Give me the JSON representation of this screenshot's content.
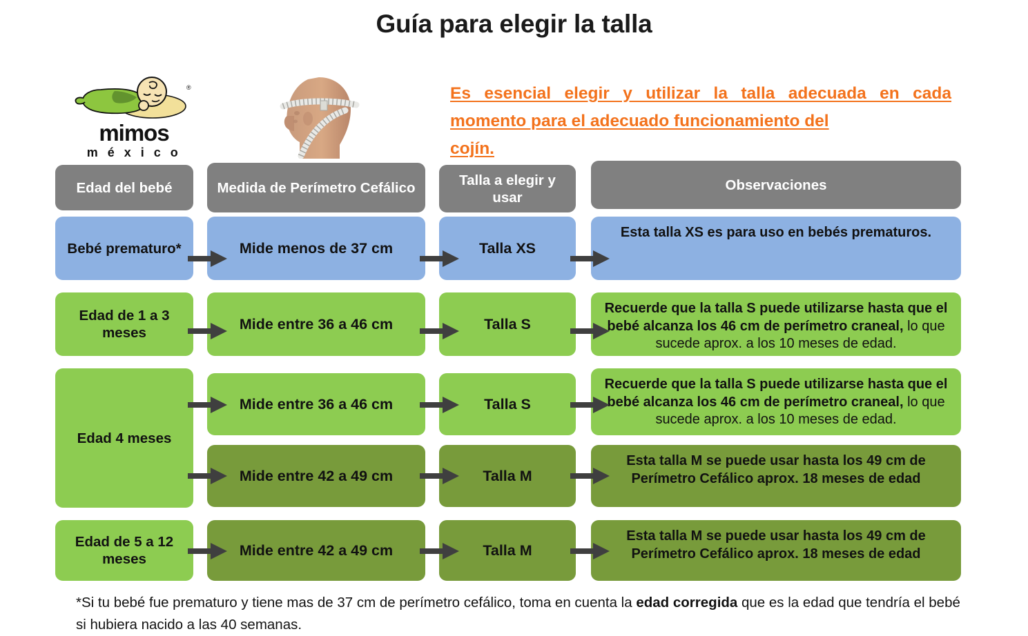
{
  "title": "Guía para elegir la talla",
  "logo": {
    "icon": "baby-on-pillow-logo",
    "wordmark": "mimos",
    "sub": "m é x i c o",
    "registered": "®"
  },
  "head_image": {
    "icon": "head-with-measuring-tape-photo",
    "alt": "Cabeza de maniquí con cinta métrica midiendo el perímetro cefálico"
  },
  "intro": {
    "line1": "Es esencial elegir y utilizar la talla adecuada en cada",
    "line2": "momento para el adecuado funcionamiento del",
    "line3": "cojín.",
    "color": "#F3721C"
  },
  "colors": {
    "header_gray": "#808080",
    "blue": "#8DB1E2",
    "light_green": "#8DCC51",
    "olive_green": "#789B3B",
    "arrow": "#3F3F3F",
    "orange": "#F3721C"
  },
  "table": {
    "headers": [
      "Edad del bebé",
      "Medida de Perímetro Cefálico",
      "Talla a elegir y usar",
      "Observaciones"
    ],
    "rows": [
      {
        "age": "Bebé prematuro*",
        "measure": "Mide menos de 37 cm",
        "size": "Talla XS",
        "obs_bold": "Esta talla XS es para uso en bebés prematuros.",
        "obs_regular": "",
        "color": "blue"
      },
      {
        "age": "Edad de 1 a 3 meses",
        "measure": "Mide entre 36 a 46 cm",
        "size": "Talla S",
        "obs_bold": "Recuerde que la talla S puede utilizarse hasta que el bebé alcanza los 46 cm de perímetro craneal,",
        "obs_regular": " lo que sucede aprox. a los 10 meses de edad.",
        "color": "light_green"
      },
      {
        "age": "Edad 4 meses",
        "measure": "Mide entre 36 a 46 cm",
        "size": "Talla S",
        "obs_bold": "Recuerde que la talla S puede utilizarse hasta que el bebé alcanza los 46 cm de perímetro craneal,",
        "obs_regular": " lo que sucede aprox. a los 10 meses de edad.",
        "color": "light_green"
      },
      {
        "age": "",
        "measure": "Mide entre 42 a 49 cm",
        "size": "Talla M",
        "obs_bold": "Esta talla M se puede usar hasta los 49 cm de Perímetro Cefálico aprox. 18 meses de edad",
        "obs_regular": "",
        "color": "olive_green"
      },
      {
        "age": "Edad de 5 a 12 meses",
        "measure": "Mide entre 42 a 49 cm",
        "size": "Talla M",
        "obs_bold": "Esta talla M se puede usar hasta los 49 cm de Perímetro Cefálico aprox. 18 meses de edad",
        "obs_regular": "",
        "color": "olive_green"
      }
    ]
  },
  "footnote": {
    "part1": "*Si tu bebé fue prematuro y tiene mas de 37 cm de perímetro cefálico, toma en cuenta la ",
    "bold": "edad corregida",
    "part2": " que es la edad que tendría el bebé si hubiera nacido a las 40 semanas."
  }
}
